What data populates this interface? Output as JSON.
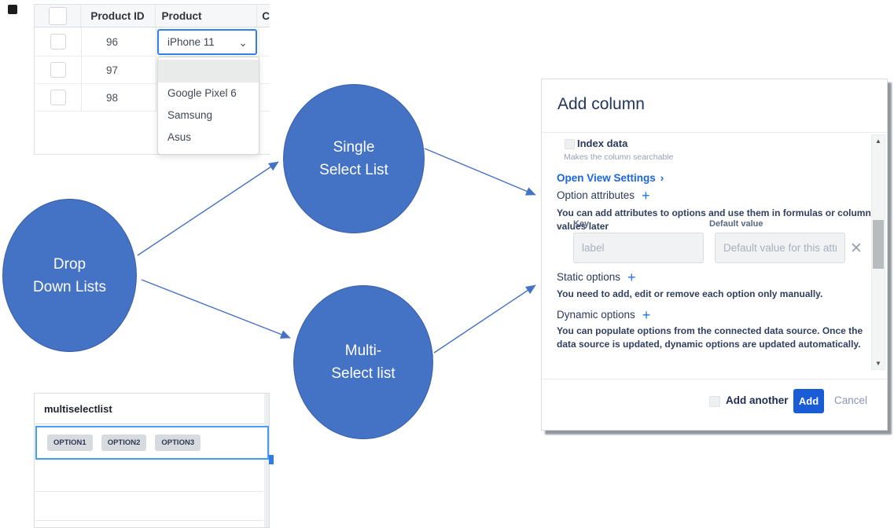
{
  "colors": {
    "circle_blue": "#4472c4",
    "arrow_blue": "#4472c4",
    "select_focus_border": "#2f80ed",
    "multiselect_border": "#449cf3",
    "link_blue": "#1a66dd",
    "add_button_blue": "#1a5cd6"
  },
  "icons": {
    "chevron_down": "⌄",
    "chevron_right": "›",
    "plus": "+",
    "close_x": "✕",
    "scroll_up_arrow": "▲",
    "scroll_down_arrow": "▼"
  },
  "products_table": {
    "header": {
      "product_id": "Product ID",
      "product": "Product",
      "cut_column": "C"
    },
    "rows": [
      {
        "product_id": "96"
      },
      {
        "product_id": "97"
      },
      {
        "product_id": "98"
      }
    ],
    "select": {
      "value": "iPhone 11"
    },
    "dropdown": {
      "options": [
        "",
        "Google Pixel 6",
        "Samsung",
        "Asus"
      ]
    }
  },
  "diagram": {
    "drop_down_lists": {
      "line1": "Drop",
      "line2": "Down Lists"
    },
    "single_select": {
      "line1": "Single",
      "line2": "Select List"
    },
    "multi_select": {
      "line1": "Multi-",
      "line2": "Select list"
    }
  },
  "add_column_modal": {
    "title": "Add column",
    "index_data": {
      "label": "Index data",
      "hint": "Makes the column searchable"
    },
    "open_view_settings": "Open View Settings",
    "option_attributes": {
      "label": "Option attributes",
      "description": "You can add attributes to options and use them in formulas or column values later",
      "key_label": "Key",
      "default_value_label": "Default value",
      "key_placeholder": "label",
      "default_placeholder": "Default value for this attribute"
    },
    "static_options": {
      "label": "Static options",
      "description": "You need to add, edit or remove each option only manually."
    },
    "dynamic_options": {
      "label": "Dynamic options",
      "description": "You can populate options from the connected data source. Once the data source is updated, dynamic options are updated automatically."
    },
    "footer": {
      "add_another": "Add another",
      "add": "Add",
      "cancel": "Cancel"
    }
  },
  "multiselect_panel": {
    "title": "multiselectlist",
    "tags": [
      "OPTION1",
      "OPTION2",
      "OPTION3"
    ]
  }
}
